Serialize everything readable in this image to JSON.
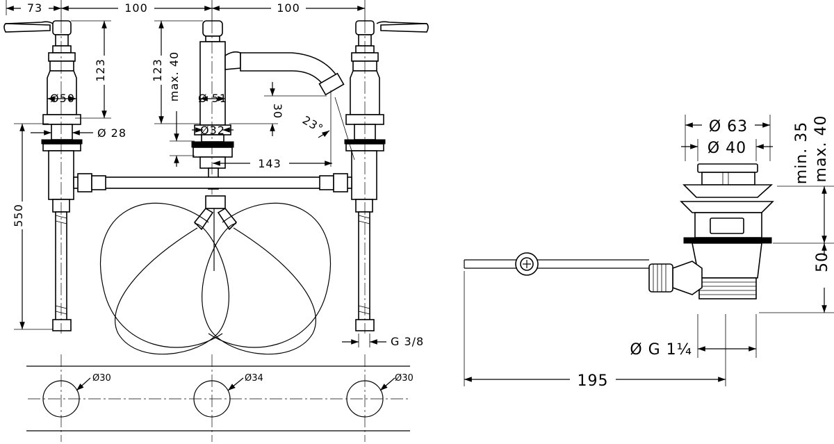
{
  "drawing": {
    "left_view": {
      "dims": {
        "handle_offset": "73",
        "spacing_left": "100",
        "spacing_right": "100",
        "valve_height": "123",
        "spout_height": "123",
        "deck_max": "max. 40",
        "diam_valve_body": "Ø50",
        "diam_spout_body": "Ø 51",
        "diam_valve_shank": "Ø 28",
        "diam_spout_shank": "Ø32",
        "spout_drop": "30",
        "spout_angle": "23°",
        "spout_reach": "143",
        "hose_length": "550",
        "connection_thread": "G 3/8"
      }
    },
    "hole_layout": {
      "holes": [
        "Ø30",
        "Ø34",
        "Ø30"
      ]
    },
    "waste_view": {
      "dims": {
        "outer_diameter": "Ø 63",
        "inner_diameter": "Ø 40",
        "deck_min": "min. 35",
        "deck_max": "max. 40",
        "body_height": "50",
        "thread": "Ø G 1¼",
        "rod_length": "195"
      }
    }
  }
}
